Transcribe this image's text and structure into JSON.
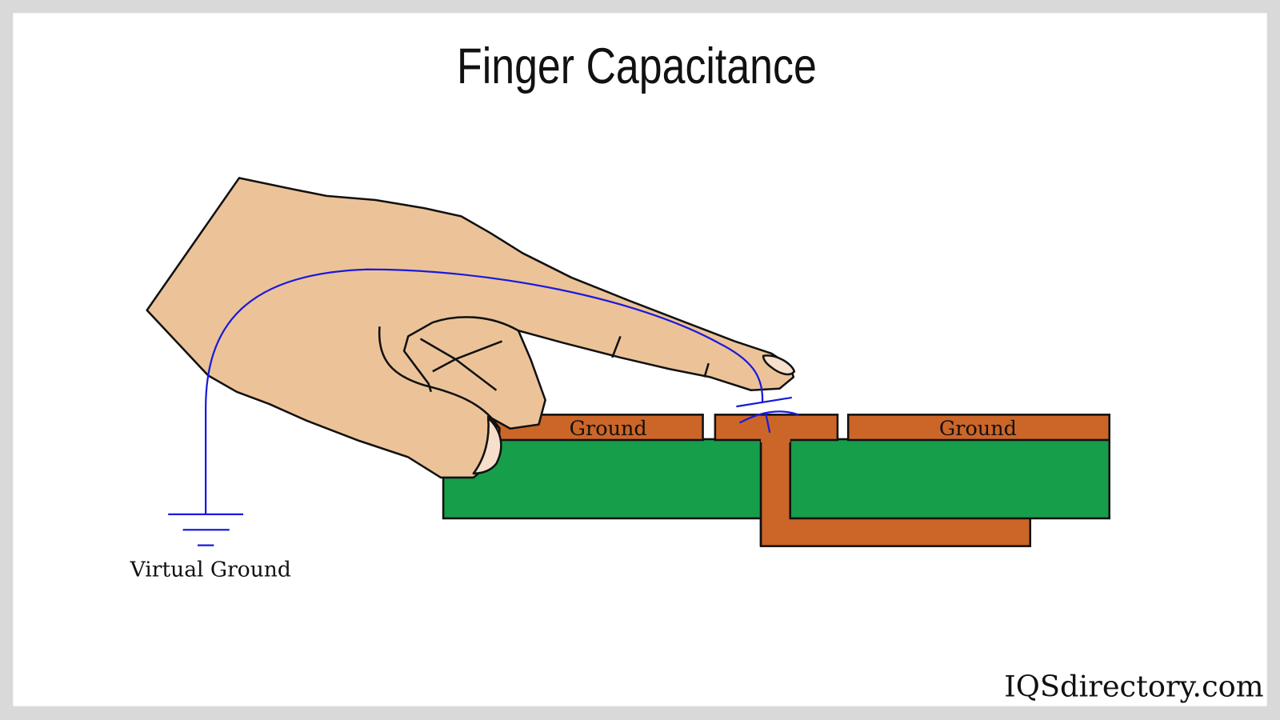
{
  "title": "Finger Capacitance",
  "labels": {
    "ground_left": "Ground",
    "ground_right": "Ground",
    "virtual_ground": "Virtual Ground"
  },
  "watermark": "IQSdirectory.com",
  "colors": {
    "skin": "#ecc398",
    "nail": "#f6dfcb",
    "copper": "#cc6628",
    "pcb": "#179e4a",
    "wire": "#1a1adb",
    "frame": "#d9d9d9"
  }
}
